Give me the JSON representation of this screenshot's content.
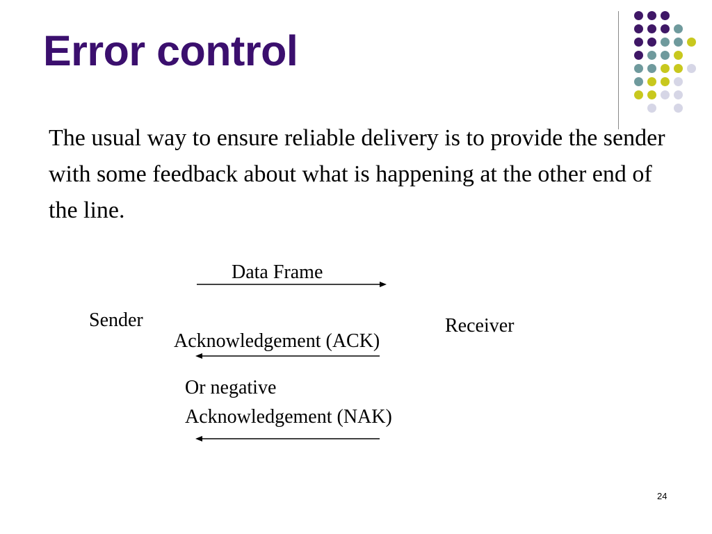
{
  "slide": {
    "title": "Error control",
    "body": "The usual way to ensure reliable delivery is to provide the sender with some feedback about what is happening at the other end of the line.",
    "page_number": "24"
  },
  "diagram": {
    "sender_label": "Sender",
    "receiver_label": "Receiver",
    "data_frame_label": "Data Frame",
    "ack_label": "Acknowledgement (ACK)",
    "nak_label_line1": "Or negative",
    "nak_label_line2": "Acknowledgement (NAK)"
  },
  "colors": {
    "title": "#3b0f6e",
    "dot_purple": "#3f1766",
    "dot_teal": "#6f9a9d",
    "dot_yellow": "#c8c81e",
    "dot_lavender": "#d6d6e6"
  }
}
